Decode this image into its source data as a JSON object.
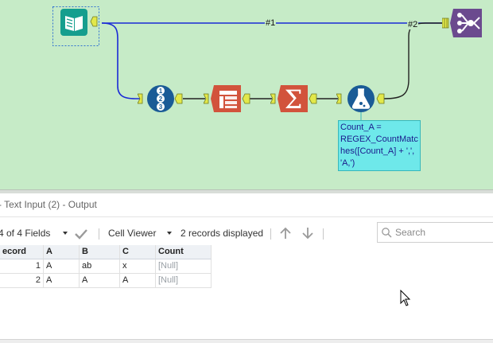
{
  "canvas": {
    "background": "#c6ebc7",
    "connections": [
      {
        "label": "#1"
      },
      {
        "label": "#2"
      }
    ],
    "tools": [
      {
        "name": "text-input-tool",
        "icon": "book-icon",
        "color": "#159e8e"
      },
      {
        "name": "record-id-tool",
        "icon": "numbered-list-icon",
        "color": "#1a5b96"
      },
      {
        "name": "transpose-tool",
        "icon": "table-arrow-icon",
        "color": "#d2533c"
      },
      {
        "name": "summarize-tool",
        "icon": "sigma-icon",
        "color": "#d2533c"
      },
      {
        "name": "formula-tool",
        "icon": "flask-icon",
        "color": "#1a5b96"
      },
      {
        "name": "join-multiple-tool",
        "icon": "merge-icon",
        "color": "#6b4a8e"
      }
    ],
    "annotation": {
      "text": "Count_A =\nREGEX_CountMatches([Count_A] + ',', 'A,')"
    }
  },
  "pane": {
    "title": "- Text Input (2) - Output"
  },
  "toolbar": {
    "fields_label": "4 of 4 Fields",
    "viewer_label": "Cell Viewer",
    "records_label": "2 records displayed",
    "search_placeholder": "Search"
  },
  "table": {
    "headers": [
      "ecord",
      "A",
      "B",
      "C",
      "Count"
    ],
    "rows": [
      [
        "1",
        "A",
        "ab",
        "x",
        "[Null]"
      ],
      [
        "2",
        "A",
        "A",
        "A",
        "[Null]"
      ]
    ]
  }
}
